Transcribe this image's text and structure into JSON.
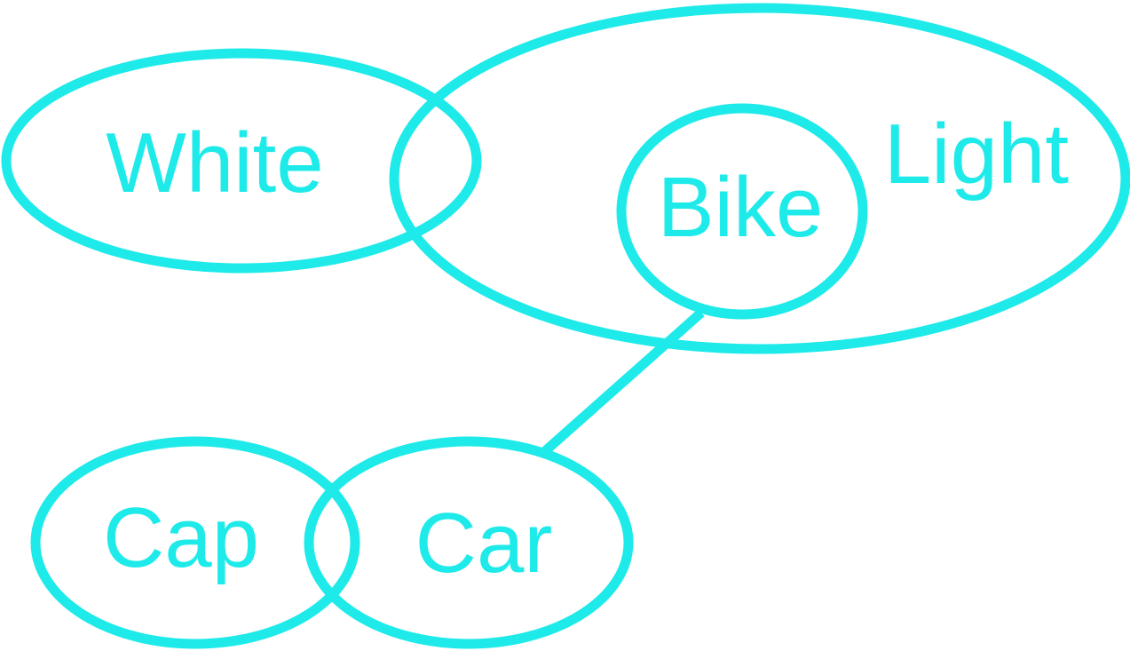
{
  "diagram": {
    "stroke_color": "#1EEAEA",
    "text_color": "#1EEAEA",
    "background": "#FFFFFF",
    "nodes": {
      "white": {
        "label": "White"
      },
      "light": {
        "label": "Light"
      },
      "bike": {
        "label": "Bike"
      },
      "cap": {
        "label": "Cap"
      },
      "car": {
        "label": "Car"
      }
    },
    "edges": [
      {
        "from": "bike",
        "to": "car"
      }
    ]
  }
}
